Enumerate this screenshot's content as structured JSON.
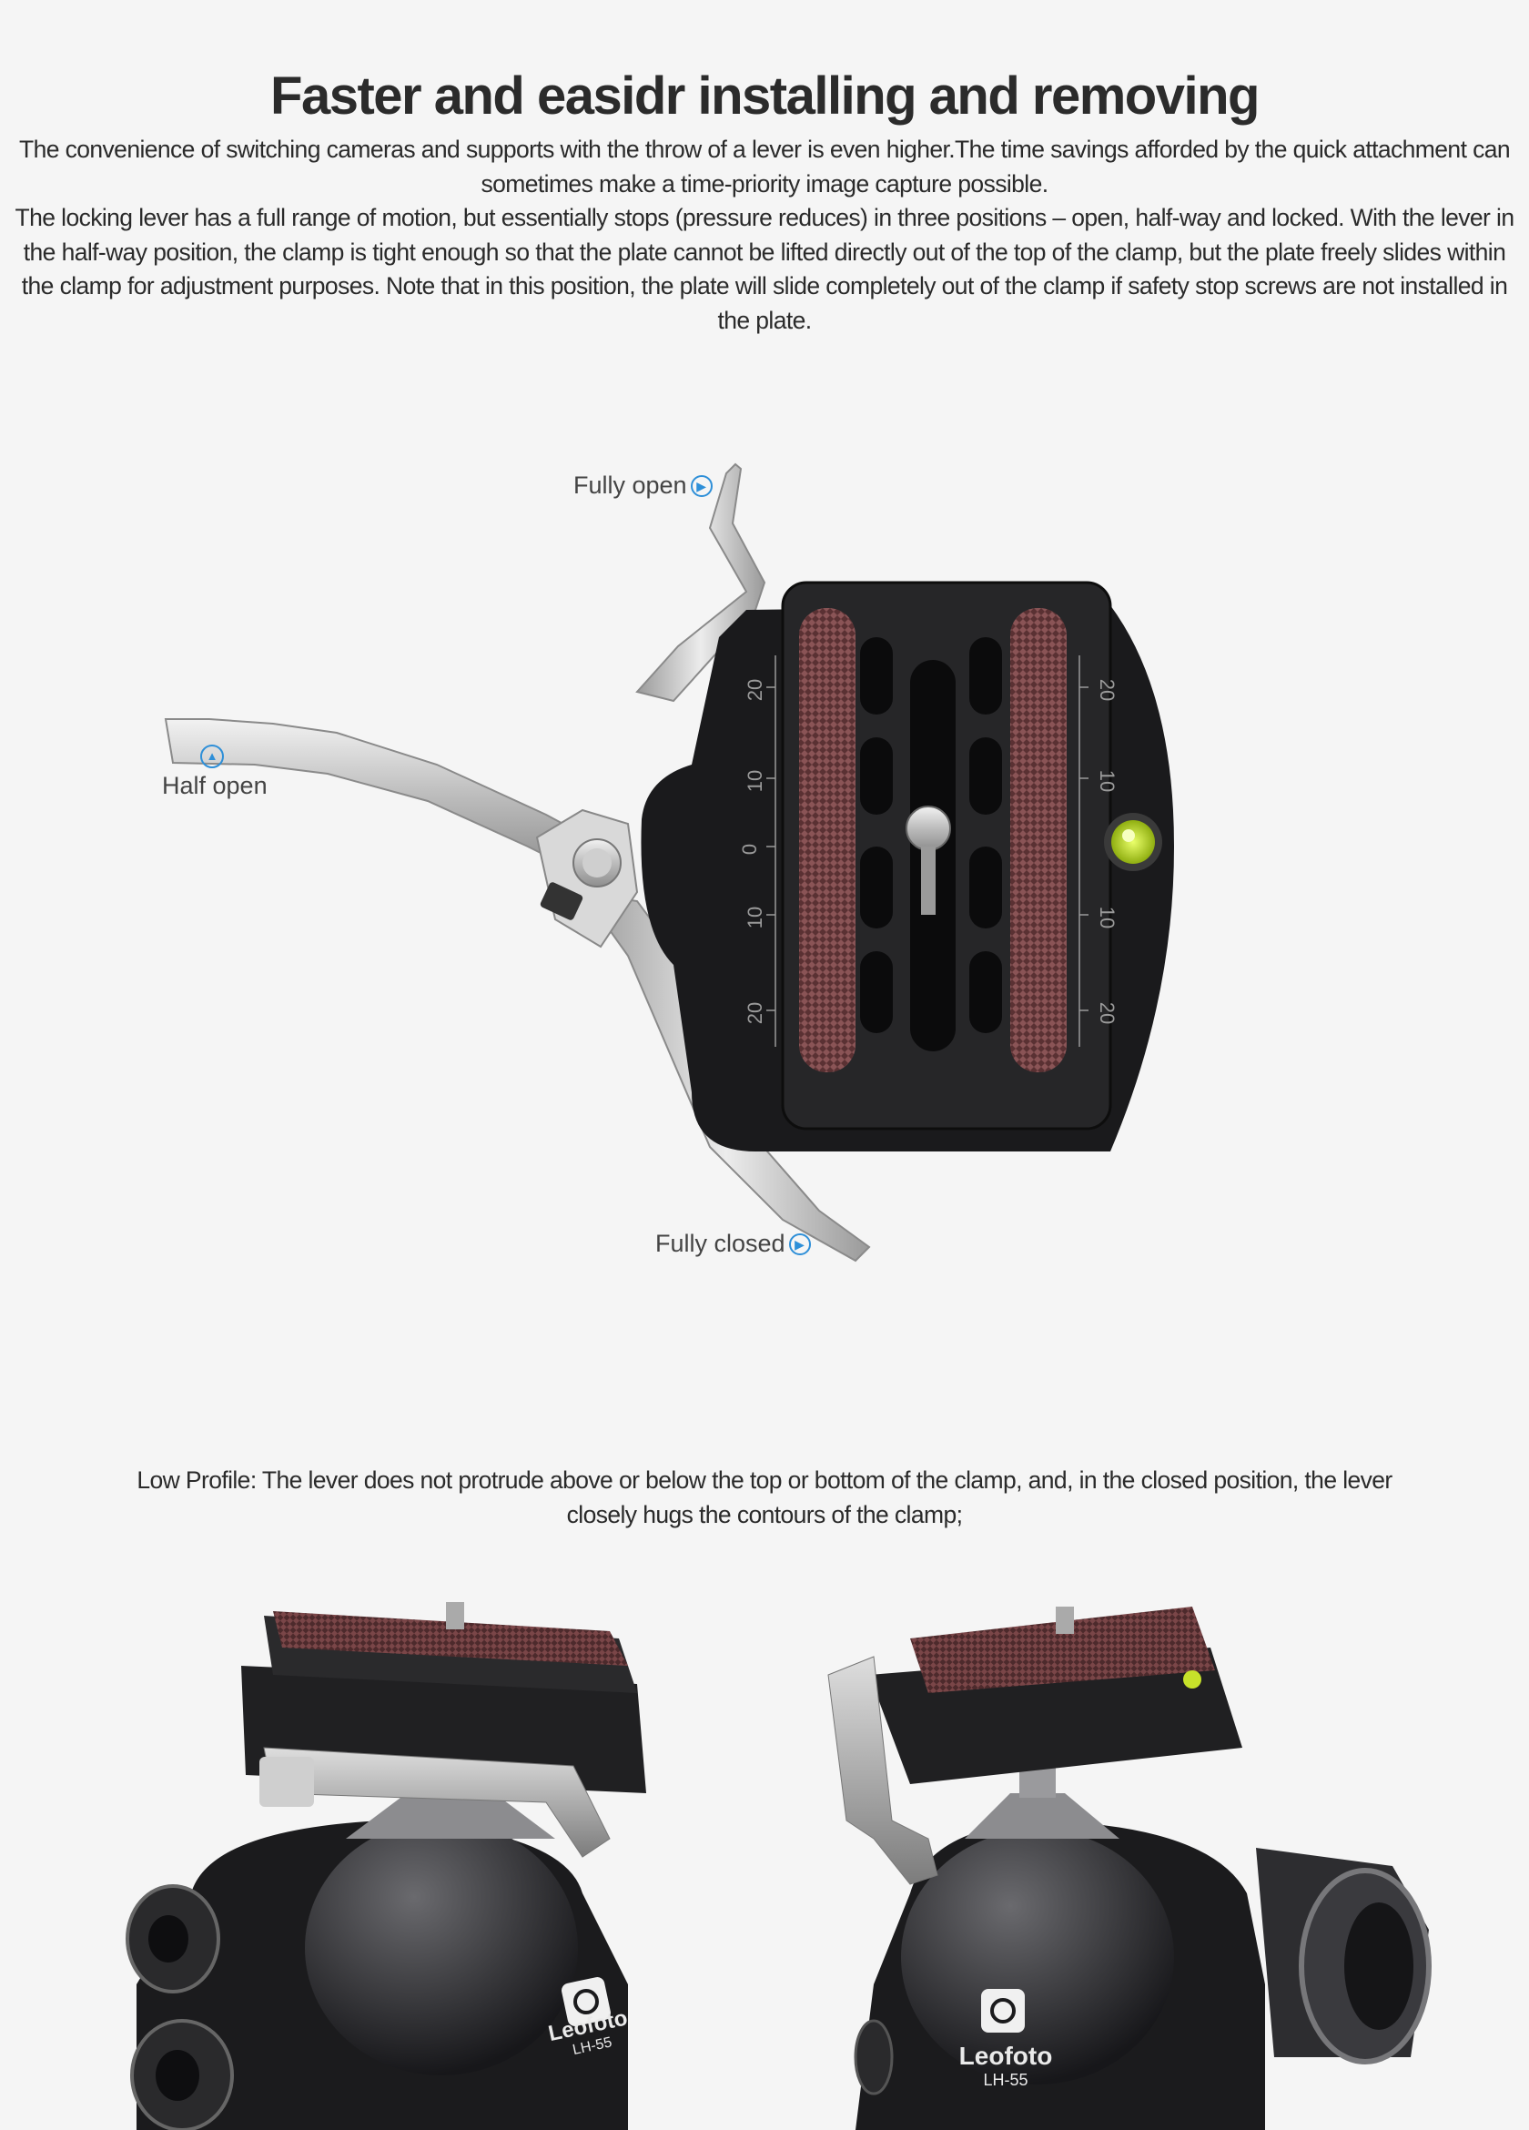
{
  "title": "Faster and easidr installing and removing",
  "intro": {
    "paragraph1": "The convenience of switching cameras and supports with the throw of a lever is even higher.The time savings afforded by the quick attachment can sometimes make a time-priority image capture possible.",
    "paragraph2": "The locking lever has a full range of motion, but essentially stops (pressure reduces) in three positions – open, half-way and locked. With the lever in the half-way position, the clamp is tight enough so that the plate cannot be lifted directly out of the top of the clamp, but the plate freely slides within the clamp for adjustment purposes. Note that in this position, the plate will slide completely out of the clamp if safety stop screws are not installed in the plate."
  },
  "diagram": {
    "labels": {
      "fully_open": "Fully open",
      "half_open": "Half open",
      "fully_closed": "Fully closed"
    },
    "scale_marks": [
      "20",
      "10",
      "0",
      "10",
      "20"
    ]
  },
  "low_profile_text": "Low Profile: The lever does not protrude above or below the top or bottom of the clamp, and, in the closed position, the lever closely hugs the contours of the clamp;",
  "product_photos": {
    "left": {
      "brand": "Leofoto",
      "model": "LH-55"
    },
    "right": {
      "brand": "Leofoto",
      "model": "LH-55"
    }
  },
  "colors": {
    "background": "#f5f5f5",
    "accent_blue": "#2e8fd8",
    "clamp_black": "#1d1d1f",
    "pad_red": "#6b3a3c",
    "bubble_green": "#c7e22a"
  }
}
